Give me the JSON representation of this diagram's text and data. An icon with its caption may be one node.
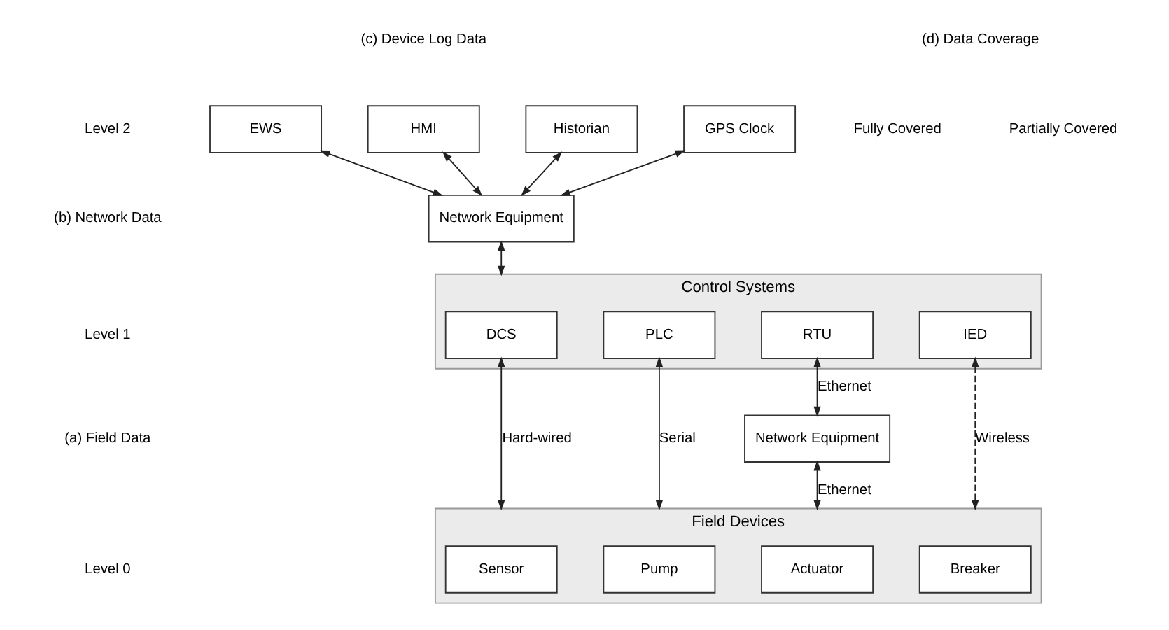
{
  "diagram": {
    "nodes": [
      {
        "text": [
          "EWS"
        ]
      },
      {
        "text": [
          "HMI"
        ]
      },
      {
        "text": [
          "Historian"
        ]
      },
      {
        "text": [
          "GPS Clock"
        ]
      },
      {
        "text": [
          "Network Equipment"
        ]
      },
      {
        "text": [
          "Control Systems"
        ]
      },
      {
        "text": [
          "DCS"
        ],
        "in": 5
      },
      {
        "text": [
          "PLC"
        ],
        "in": 5
      },
      {
        "text": [
          "RTU"
        ],
        "in": 5
      },
      {
        "text": [
          "IED"
        ],
        "in": 5
      },
      {
        "text": [
          "Network Equipment"
        ]
      },
      {
        "text": [
          "Field Devices"
        ]
      },
      {
        "text": [
          "Sensor"
        ],
        "in": 11
      },
      {
        "text": [
          "Pump"
        ],
        "in": 11
      },
      {
        "text": [
          "Actuator"
        ],
        "in": 11
      },
      {
        "text": [
          "Breaker"
        ],
        "in": 11
      }
    ],
    "edges": [
      {
        "from": 0,
        "to": 4,
        "arrow": "both"
      },
      {
        "from": 1,
        "to": 4,
        "arrow": "both"
      },
      {
        "from": 2,
        "to": 4,
        "arrow": "both"
      },
      {
        "from": 3,
        "to": 4,
        "arrow": "both"
      },
      {
        "from": 4,
        "to": 5,
        "arrow": "both"
      },
      {
        "from": 6,
        "to": 11,
        "arrow": "both",
        "label": "Hard-wired"
      },
      {
        "from": 7,
        "to": 11,
        "arrow": "both",
        "label": "Serial"
      },
      {
        "from": 8,
        "to": 10,
        "arrow": "both",
        "label": "Ethernet"
      },
      {
        "from": 10,
        "to": 11,
        "arrow": "both",
        "label": "Ethernet"
      },
      {
        "from": 9,
        "to": 11,
        "arrow": "both",
        "label": "Wireless",
        "style": "dashed"
      }
    ],
    "labels": [
      "(c) Device Log Data",
      "(d) Data Coverage",
      "Fully Covered",
      "Partially Covered",
      "Level 2",
      "(b) Network Data",
      "Level 1",
      "(a) Field Data",
      "Level 0"
    ]
  }
}
